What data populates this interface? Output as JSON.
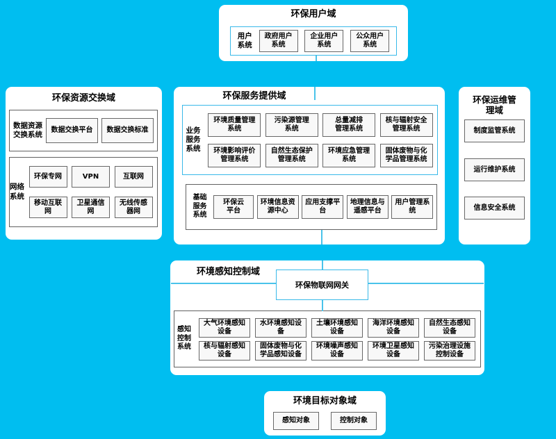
{
  "colors": {
    "background": "#00bef0",
    "accent_border": "#38b9e9",
    "dark_border": "#616161",
    "cell_fill": "#f8f8f8",
    "connector": "#49c3ea"
  },
  "user_domain": {
    "title": "环保用户域",
    "group_label": "用户\n系统",
    "systems": [
      "政府用户\n系统",
      "企业用户\n系统",
      "公众用户\n系统"
    ]
  },
  "exchange_domain": {
    "title": "环保资源交换域",
    "data_group": {
      "label": "数据资源\n交换系统",
      "boxes": [
        "数据交换平台",
        "数据交换标准"
      ]
    },
    "network_group": {
      "label": "网络\n系统",
      "rows": [
        [
          "环保专网",
          "VPN",
          "互联网"
        ],
        [
          "移动互联\n网",
          "卫星通信\n网",
          "无线传感\n器网"
        ]
      ]
    }
  },
  "service_domain": {
    "title": "环保服务提供域",
    "business_group": {
      "label": "业务\n服务\n系统",
      "rows": [
        [
          "环境质量管理\n系统",
          "污染源管理\n系统",
          "总量减排\n管理系统",
          "核与辐射安全\n管理系统"
        ],
        [
          "环境影响评价\n管理系统",
          "自然生态保护\n管理系统",
          "环境应急管理\n系统",
          "固体废物与化\n学品管理系统"
        ]
      ]
    },
    "base_group": {
      "label": "基础\n服务\n系统",
      "boxes": [
        "环保云\n平台",
        "环境信息资\n源中心",
        "应用支撑平\n台",
        "地理信息与\n遥感平台",
        "用户管理系\n统"
      ]
    }
  },
  "ops_domain": {
    "title": "环保运维管\n理域",
    "boxes": [
      "制度监管系统",
      "运行维护系统",
      "信息安全系统"
    ]
  },
  "sensing_domain": {
    "title": "环境感知控制域",
    "gateway": "环保物联网网关",
    "control_group": {
      "label": "感知\n控制\n系统",
      "rows": [
        [
          "大气环境感知\n设备",
          "水环境感知设\n备",
          "土壤环境感知\n设备",
          "海洋环境感知\n设备",
          "自然生态感知\n设备"
        ],
        [
          "核与辐射感知\n设备",
          "固体废物与化\n学品感知设备",
          "环境噪声感知\n设备",
          "环境卫星感知\n设备",
          "污染治理设施\n控制设备"
        ]
      ]
    }
  },
  "target_domain": {
    "title": "环境目标对象域",
    "boxes": [
      "感知对象",
      "控制对象"
    ]
  }
}
